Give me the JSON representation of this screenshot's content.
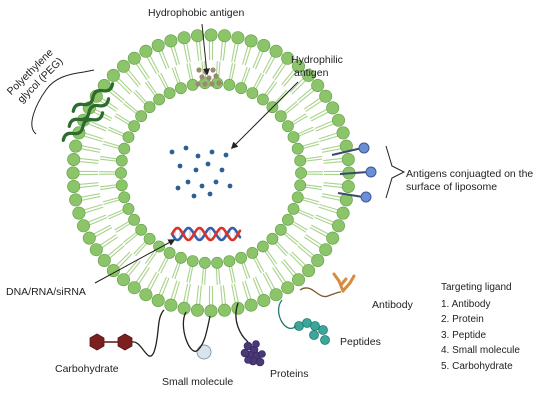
{
  "labels": {
    "hydrophobic_antigen": "Hydrophobic antigen",
    "hydrophilic_antigen_line1": "Hydrophilic",
    "hydrophilic_antigen_line2": "antigen",
    "peg_line1": "Polyethylene",
    "peg_line2": "glycol (PEG)",
    "surface_antigens_line1": "Antigens conjuagted on the",
    "surface_antigens_line2": "surface of liposome",
    "nucleic_acid": "DNA/RNA/siRNA",
    "antibody": "Antibody",
    "peptides": "Peptides",
    "proteins": "Proteins",
    "small_molecule": "Small molecule",
    "carbohydrate": "Carbohydrate"
  },
  "legend": {
    "title": "Targeting ligand",
    "items": [
      "1. Antibody",
      "2. Protein",
      "3. Peptide",
      "4. Small molecule",
      "5. Carbohydrate"
    ]
  },
  "colors": {
    "lipid_head": "#8cc46a",
    "lipid_head_stroke": "#5f9c43",
    "lipid_tail": "#a9d38c",
    "hydrophilic_dot": "#2f5f95",
    "hydrophobic_dot": "#9b8a72",
    "peg": "#2e6b2e",
    "surface_antigen": "#6c8fd3",
    "dna_red": "#d6332b",
    "dna_blue": "#3560a8",
    "antibody": "#d88a3e",
    "peptide": "#3aa79a",
    "protein": "#4a3878",
    "small_molecule": "#d9e4ef",
    "carbohydrate": "#7b1f1f",
    "line": "#222222"
  }
}
